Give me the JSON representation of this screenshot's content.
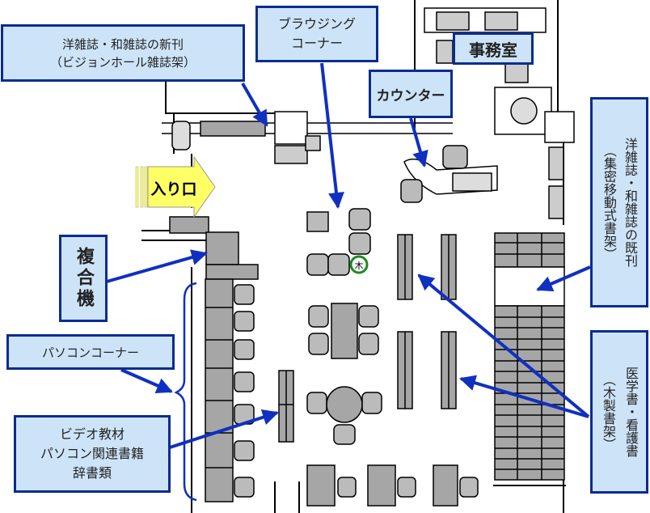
{
  "labels": {
    "new_magazines": [
      "洋雑誌・和雑誌の新刊",
      "（ビジョンホール雑誌架）"
    ],
    "browsing_corner": [
      "ブラウジング",
      "コーナー"
    ],
    "office": "事務室",
    "counter": "カウンター",
    "entrance": "入り口",
    "copier": "複合機",
    "pc_corner": "パソコンコーナー",
    "video_materials": [
      "ビデオ教材",
      "パソコン関連書籍",
      "辞書類"
    ],
    "back_magazines": [
      "洋雑誌・和雑誌の既刊",
      "（集密移動式書架）"
    ],
    "medical_nursing": [
      "医学書・看護書",
      "（木製書架）"
    ],
    "tree_mark": "木"
  },
  "colors": {
    "label_fill": "#cde4f8",
    "label_border": "#0b2c8f",
    "arrow": "#1030c0",
    "entrance_arrow": "#ffff66",
    "furniture": "#a6a6a6",
    "tree_ring": "#1c8a1c"
  }
}
